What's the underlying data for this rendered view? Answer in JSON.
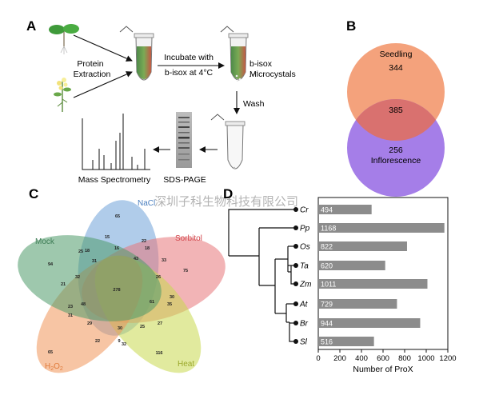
{
  "panels": {
    "a": "A",
    "b": "B",
    "c": "C",
    "d": "D"
  },
  "panel_a": {
    "protein_extraction_line1": "Protein",
    "protein_extraction_line2": "Extraction",
    "incubate_line1": "Incubate with",
    "incubate_line2": "b-isox at 4°C",
    "microcystals_line1": "b-isox",
    "microcystals_line2": "Microcystals",
    "wash": "Wash",
    "sds_page": "SDS-PAGE",
    "mass_spec": "Mass Spectrometry"
  },
  "panel_b": {
    "set1_label": "Seedling",
    "set1_only": "344",
    "overlap": "385",
    "set2_label": "Inflorescence",
    "set2_only": "256",
    "colors": {
      "seedling": "#f4a27c",
      "inflorescence": "#a57ee8",
      "overlap": "#d9716f"
    }
  },
  "panel_c": {
    "sets": [
      {
        "name": "NaCl",
        "color": "#6fa3d9"
      },
      {
        "name": "Sorbitol",
        "color": "#e8767a"
      },
      {
        "name": "Heat",
        "color": "#c9d94f"
      },
      {
        "name": "H2O2",
        "color": "#f0955a"
      },
      {
        "name": "Mock",
        "color": "#4f9a6a"
      }
    ],
    "regions": [
      {
        "v": "65"
      },
      {
        "v": "75"
      },
      {
        "v": "116"
      },
      {
        "v": "65"
      },
      {
        "v": "94"
      },
      {
        "v": "15"
      },
      {
        "v": "22"
      },
      {
        "v": "18"
      },
      {
        "v": "25"
      },
      {
        "v": "16"
      },
      {
        "v": "18"
      },
      {
        "v": "31"
      },
      {
        "v": "43"
      },
      {
        "v": "33"
      },
      {
        "v": "32"
      },
      {
        "v": "26"
      },
      {
        "v": "21"
      },
      {
        "v": "278"
      },
      {
        "v": "30"
      },
      {
        "v": "61"
      },
      {
        "v": "35"
      },
      {
        "v": "23"
      },
      {
        "v": "48"
      },
      {
        "v": "31"
      },
      {
        "v": "29"
      },
      {
        "v": "27"
      },
      {
        "v": "30"
      },
      {
        "v": "25"
      },
      {
        "v": "22"
      },
      {
        "v": "9"
      },
      {
        "v": "32"
      }
    ]
  },
  "watermark": "深圳子科生物科技有限公司",
  "chart_data": {
    "type": "bar",
    "orientation": "horizontal",
    "categories": [
      "Cr",
      "Pp",
      "Os",
      "Ta",
      "Zm",
      "At",
      "Br",
      "Sl"
    ],
    "values": [
      494,
      1168,
      822,
      620,
      1011,
      729,
      944,
      516
    ],
    "xlabel": "Number of ProX",
    "xlim": [
      0,
      1200
    ],
    "xticks": [
      "0",
      "200",
      "400",
      "600",
      "800",
      "1000",
      "1200"
    ],
    "bar_color": "#8c8c8c"
  }
}
